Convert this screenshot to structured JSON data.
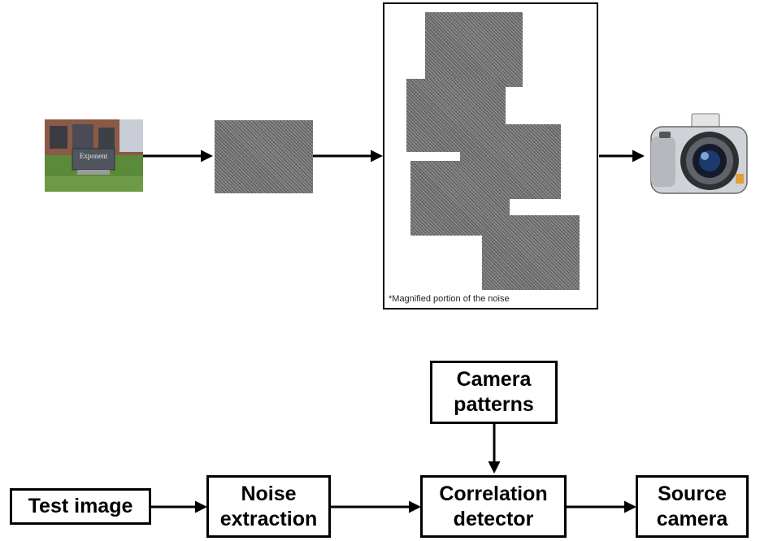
{
  "top_pipeline": {
    "test_photo": {
      "sign_text": "Exponent"
    },
    "magnified_caption": "*Magnified portion of the noise"
  },
  "flowchart": {
    "test_image": "Test image",
    "noise_extraction": "Noise\nextraction",
    "correlation_detector": "Correlation\ndetector",
    "camera_patterns": "Camera\npatterns",
    "source_camera": "Source\ncamera"
  }
}
